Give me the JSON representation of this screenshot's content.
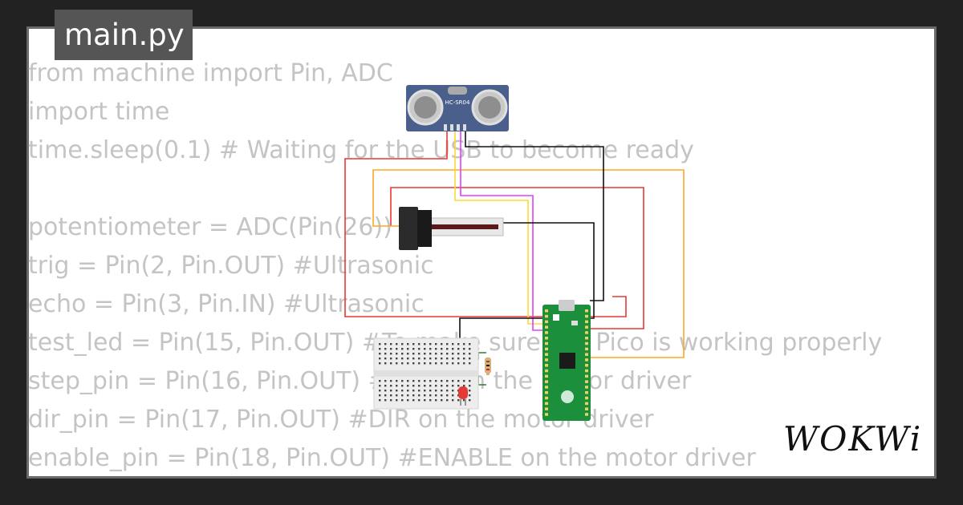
{
  "tab": {
    "filename": "main.py"
  },
  "code_lines": [
    "from machine import Pin, ADC",
    "import time",
    "time.sleep(0.1) # Waiting for the USB to become ready",
    "",
    "potentiometer = ADC(Pin(26))",
    "trig = Pin(2, Pin.OUT) #Ultrasonic",
    "echo = Pin(3, Pin.IN) #Ultrasonic",
    "test_led = Pin(15, Pin.OUT) #To make sure the Pico is working properly",
    "step_pin = Pin(16, Pin.OUT) #STEP on the motor driver",
    "dir_pin = Pin(17, Pin.OUT) #DIR on the motor driver",
    "enable_pin = Pin(18, Pin.OUT) #ENABLE on the motor driver"
  ],
  "components": {
    "ultrasonic_label": "HC-SR04"
  },
  "brand": {
    "logo_text": "WOKWi"
  },
  "colors": {
    "background": "#222222",
    "card": "#ffffff",
    "tab": "#555555",
    "code_text": "#c4c4c4",
    "wire_red": "#e53935",
    "wire_black": "#111111",
    "wire_orange": "#ffa726",
    "wire_yellow": "#fff176",
    "wire_magenta": "#e040fb",
    "pico_green": "#1b8f3c",
    "sensor_blue": "#4a5f8c"
  }
}
